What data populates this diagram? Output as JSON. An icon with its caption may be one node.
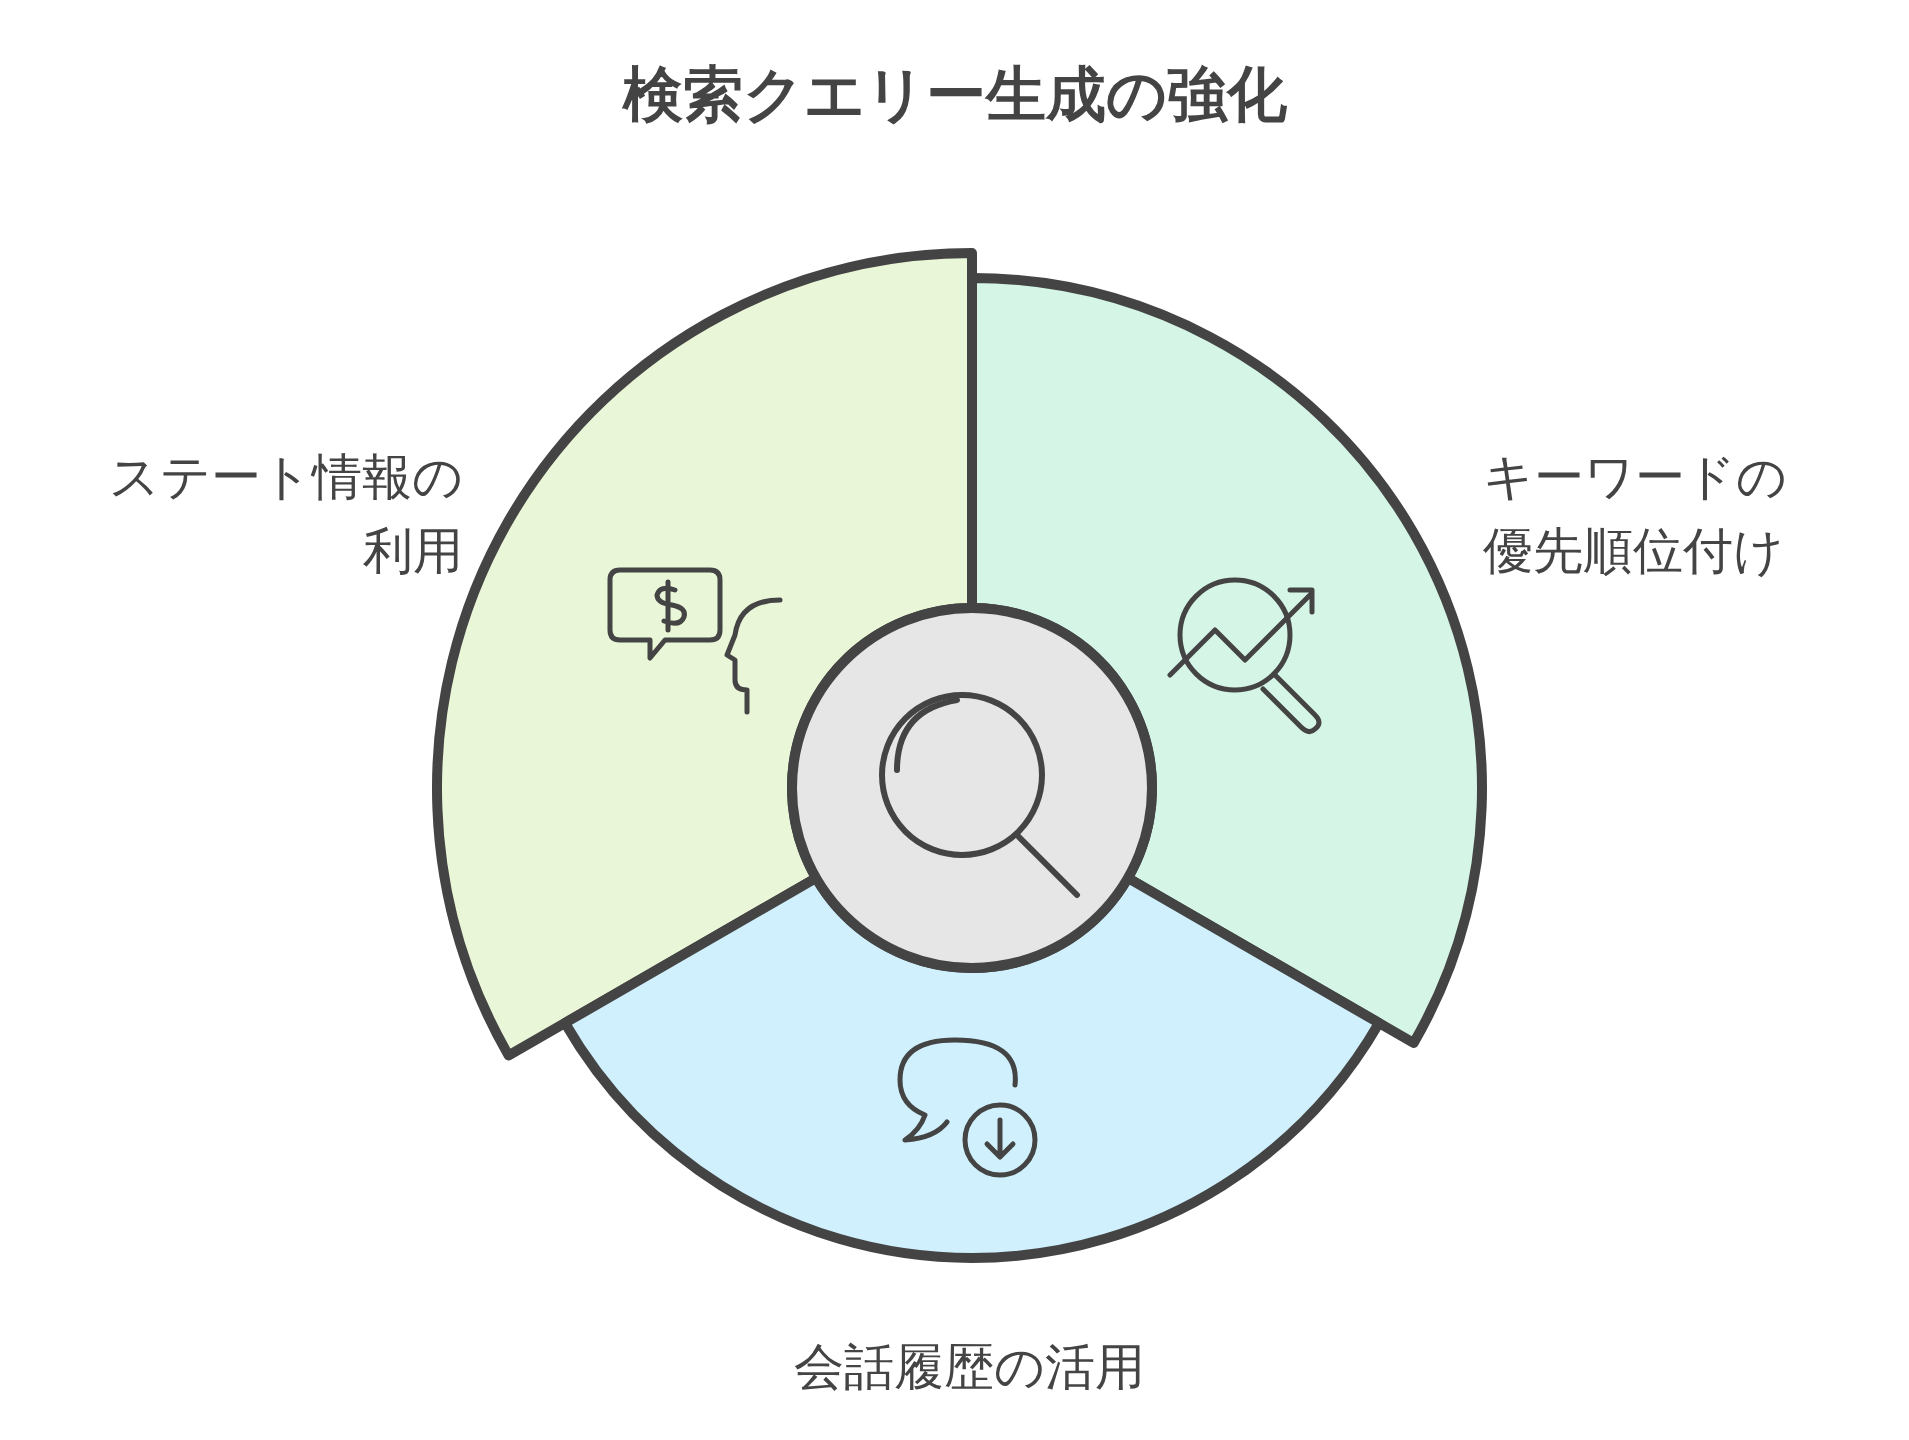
{
  "diagram": {
    "title": "検索クエリー生成の強化",
    "nodes": [
      {
        "text": [],
        "shape": "circle"
      },
      {
        "text": [
          "ステート情報の利用"
        ]
      },
      {
        "text": [
          "キーワードの優先順位付け"
        ]
      },
      {
        "text": [
          "会話履歴の活用"
        ]
      }
    ]
  }
}
